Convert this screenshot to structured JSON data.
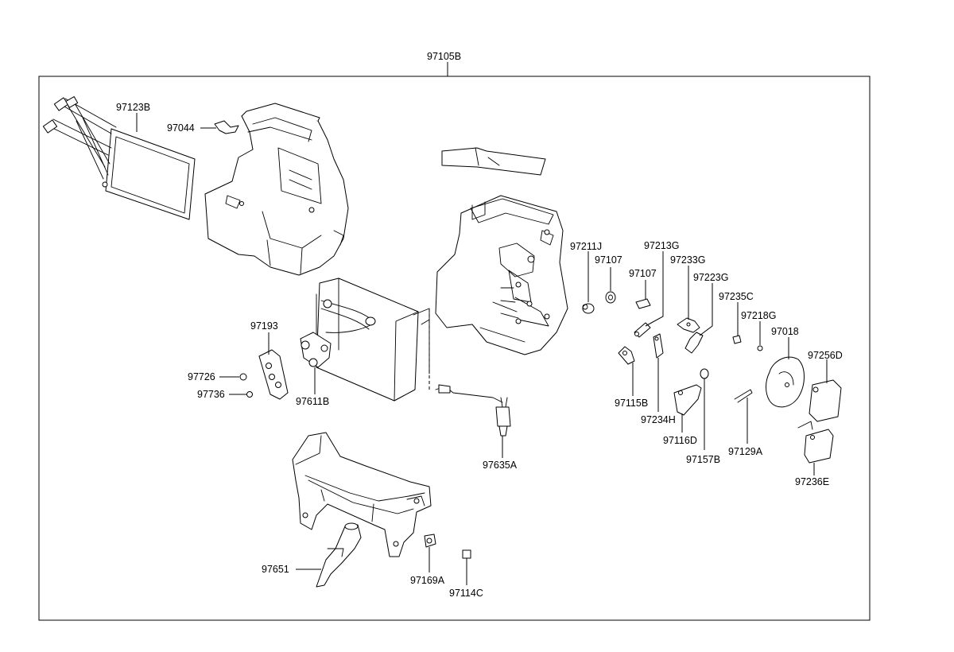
{
  "diagram": {
    "assembly_label": "97105B",
    "labels": {
      "p97123B": "97123B",
      "p97044": "97044",
      "p97193": "97193",
      "p97726": "97726",
      "p97736": "97736",
      "p97611B": "97611B",
      "p97635A": "97635A",
      "p97211J": "97211J",
      "p97107a": "97107",
      "p97107b": "97107",
      "p97213G": "97213G",
      "p97233G": "97233G",
      "p97223G": "97223G",
      "p97235C": "97235C",
      "p97218G": "97218G",
      "p97018": "97018",
      "p97256D": "97256D",
      "p97115B": "97115B",
      "p97234H": "97234H",
      "p97116D": "97116D",
      "p97157B": "97157B",
      "p97129A": "97129A",
      "p97236E": "97236E",
      "p97651": "97651",
      "p97169A": "97169A",
      "p97114C": "97114C"
    }
  }
}
